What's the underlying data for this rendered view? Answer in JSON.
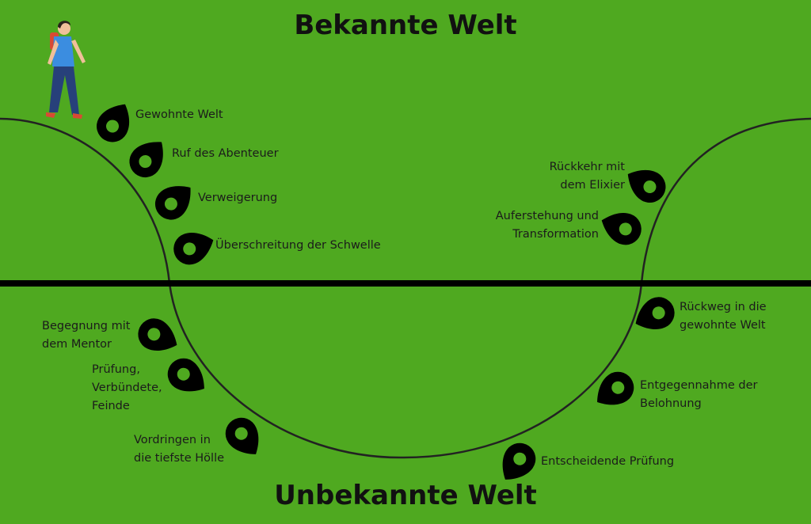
{
  "titles": {
    "known_world": "Bekannte Welt",
    "unknown_world": "Unbekannte Welt"
  },
  "colors": {
    "background": "#4fa920",
    "line": "#111111",
    "marker": "#000000"
  },
  "stages": [
    {
      "id": "gewohnte-welt",
      "lines": [
        "Gewohnte Welt"
      ]
    },
    {
      "id": "ruf-des-abenteuer",
      "lines": [
        "Ruf des Abenteuer"
      ]
    },
    {
      "id": "verweigerung",
      "lines": [
        "Verweigerung"
      ]
    },
    {
      "id": "ueberschreitung",
      "lines": [
        "Überschreitung der  Schwelle"
      ]
    },
    {
      "id": "mentor",
      "lines": [
        "Begegnung mit",
        "dem Mentor"
      ]
    },
    {
      "id": "pruefung",
      "lines": [
        "Prüfung,",
        "Verbündete,",
        "Feinde"
      ]
    },
    {
      "id": "vordringen",
      "lines": [
        "Vordringen in",
        "die tiefste Hölle"
      ]
    },
    {
      "id": "entscheidende-pruefung",
      "lines": [
        "Entscheidende Prüfung"
      ]
    },
    {
      "id": "belohnung",
      "lines": [
        "Entgegennahme der",
        "Belohnung"
      ]
    },
    {
      "id": "rueckweg",
      "lines": [
        "Rückweg in die",
        "gewohnte Welt"
      ]
    },
    {
      "id": "auferstehung",
      "lines": [
        "Auferstehung und",
        "Transformation"
      ]
    },
    {
      "id": "rueckkehr",
      "lines": [
        "Rückkehr mit",
        "dem Elixier"
      ]
    }
  ]
}
